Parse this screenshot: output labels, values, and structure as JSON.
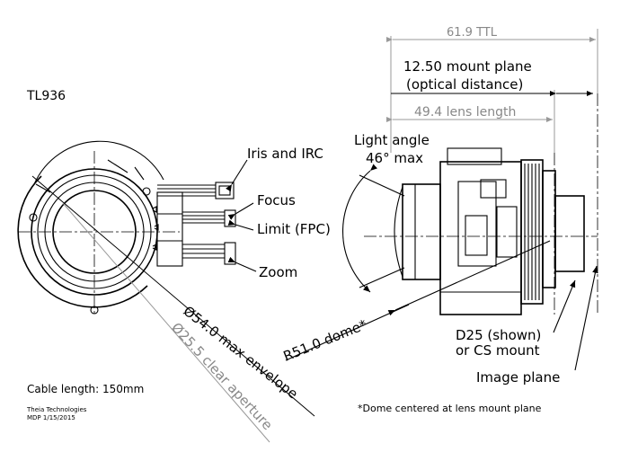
{
  "model": "TL936",
  "labels": {
    "ttl": "61.9 TTL",
    "mount_plane_1": "12.50 mount plane",
    "mount_plane_2": "(optical distance)",
    "lens_length": "49.4 lens length",
    "light_angle_1": "Light angle",
    "light_angle_2": "46° max",
    "iris": "Iris and IRC",
    "focus": "Focus",
    "limit": "Limit (FPC)",
    "zoom": "Zoom",
    "envelope": "Ø54.0 max envelope",
    "aperture": "Ø25.5 clear aperture",
    "dome": "R51.0 dome*",
    "mount_1": "D25 (shown)",
    "mount_2": "or CS mount",
    "image_plane": "Image plane",
    "cable": "Cable length: 150mm",
    "company": "Theia Technologies",
    "date": "MDP 1/15/2015",
    "footnote": "*Dome centered at lens mount plane"
  }
}
